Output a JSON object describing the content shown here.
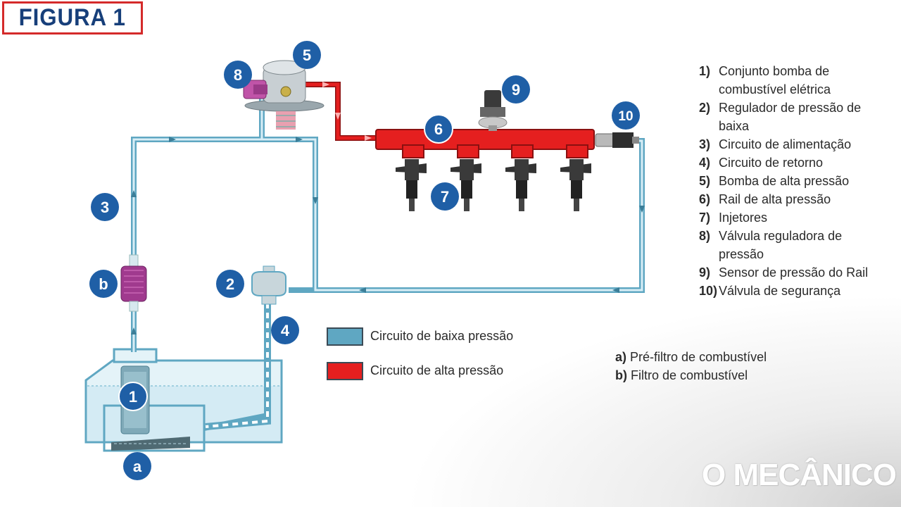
{
  "title": "FIGURA 1",
  "colors": {
    "low_pressure": "#5fa7c2",
    "high_pressure": "#e51f1f",
    "badge": "#1f5fa6",
    "title_border": "#d42a2a",
    "title_text": "#173f7a"
  },
  "badges": {
    "b1": "1",
    "b2": "2",
    "b3": "3",
    "b4": "4",
    "b5": "5",
    "b6": "6",
    "b7": "7",
    "b8": "8",
    "b9": "9",
    "b10": "10",
    "ba": "a",
    "bb": "b"
  },
  "legend": [
    {
      "num": "1)",
      "text": "Conjunto bomba de combustível elétrica"
    },
    {
      "num": "2)",
      "text": "Regulador de pressão de baixa"
    },
    {
      "num": "3)",
      "text": "Circuito de alimentação"
    },
    {
      "num": "4)",
      "text": "Circuito de retorno"
    },
    {
      "num": "5)",
      "text": "Bomba de alta pressão"
    },
    {
      "num": "6)",
      "text": "Rail de alta pressão"
    },
    {
      "num": "7)",
      "text": "Injetores"
    },
    {
      "num": "8)",
      "text": "Válvula reguladora de pressão"
    },
    {
      "num": "9)",
      "text": "Sensor de pressão do Rail"
    },
    {
      "num": "10)",
      "text": "Válvula de segurança"
    }
  ],
  "filters": [
    {
      "key": "a)",
      "text": "Pré-filtro de combustível"
    },
    {
      "key": "b)",
      "text": "Filtro de combustível"
    }
  ],
  "circuit_key": {
    "low": "Circuito de baixa pressão",
    "high": "Circuito de alta pressão"
  },
  "brand": "O MECÂNICO"
}
